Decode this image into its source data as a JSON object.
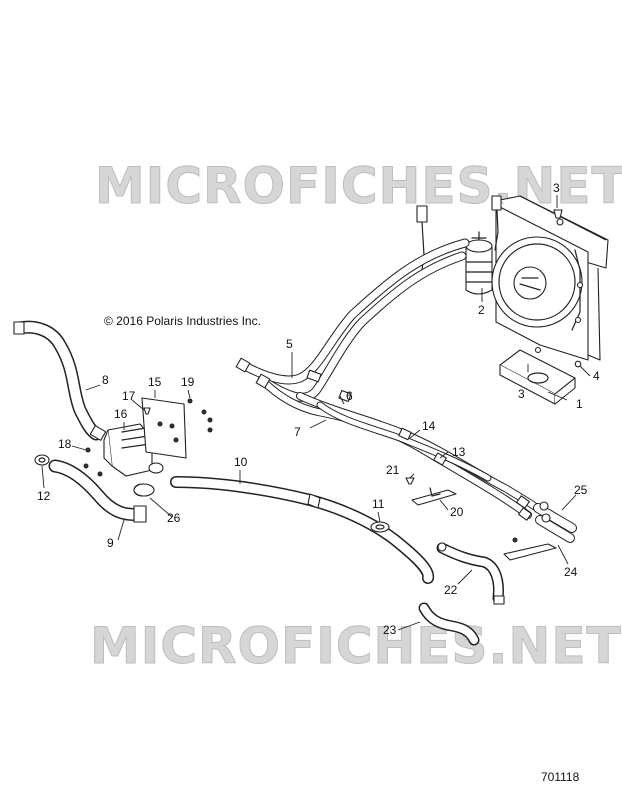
{
  "watermark": {
    "top": "MICROFICHES.NET",
    "bottom": "MICROFICHES.NET"
  },
  "copyright": "© 2016 Polaris Industries Inc.",
  "diagram_number": "701118",
  "callouts": {
    "c1": "1",
    "c2": "2",
    "c3a": "3",
    "c3b": "3",
    "c4": "4",
    "c5": "5",
    "c6": "6",
    "c7": "7",
    "c8": "8",
    "c9": "9",
    "c10": "10",
    "c11": "11",
    "c12": "12",
    "c13": "13",
    "c14": "14",
    "c15": "15",
    "c16": "16",
    "c17": "17",
    "c18": "18",
    "c19": "19",
    "c20": "20",
    "c21": "21",
    "c22": "22",
    "c23": "23",
    "c24": "24",
    "c25": "25",
    "c26": "26"
  }
}
